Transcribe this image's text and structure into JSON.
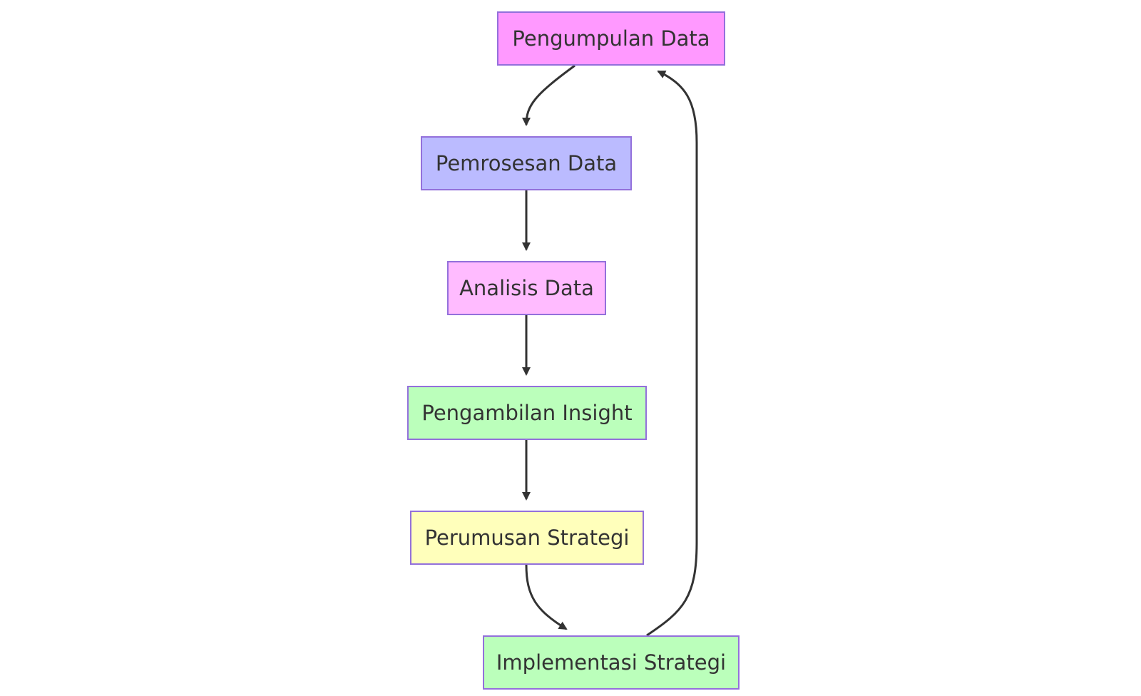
{
  "nodes": [
    {
      "id": "pengumpulan",
      "label": "Pengumpulan Data",
      "fill": "#FF99FF"
    },
    {
      "id": "pemrosesan",
      "label": "Pemrosesan Data",
      "fill": "#BBBBFF"
    },
    {
      "id": "analisis",
      "label": "Analisis Data",
      "fill": "#FFBBFF"
    },
    {
      "id": "insight",
      "label": "Pengambilan Insight",
      "fill": "#BBFFBB"
    },
    {
      "id": "perumusan",
      "label": "Perumusan Strategi",
      "fill": "#FFFFBB"
    },
    {
      "id": "implementasi",
      "label": "Implementasi Strategi",
      "fill": "#BBFFBB"
    }
  ],
  "edges": [
    {
      "from": "pengumpulan",
      "to": "pemrosesan"
    },
    {
      "from": "pemrosesan",
      "to": "analisis"
    },
    {
      "from": "analisis",
      "to": "insight"
    },
    {
      "from": "insight",
      "to": "perumusan"
    },
    {
      "from": "perumusan",
      "to": "implementasi"
    },
    {
      "from": "implementasi",
      "to": "pengumpulan"
    }
  ],
  "colors": {
    "node_border": "#9370DB",
    "edge": "#333333",
    "text": "#333333"
  }
}
